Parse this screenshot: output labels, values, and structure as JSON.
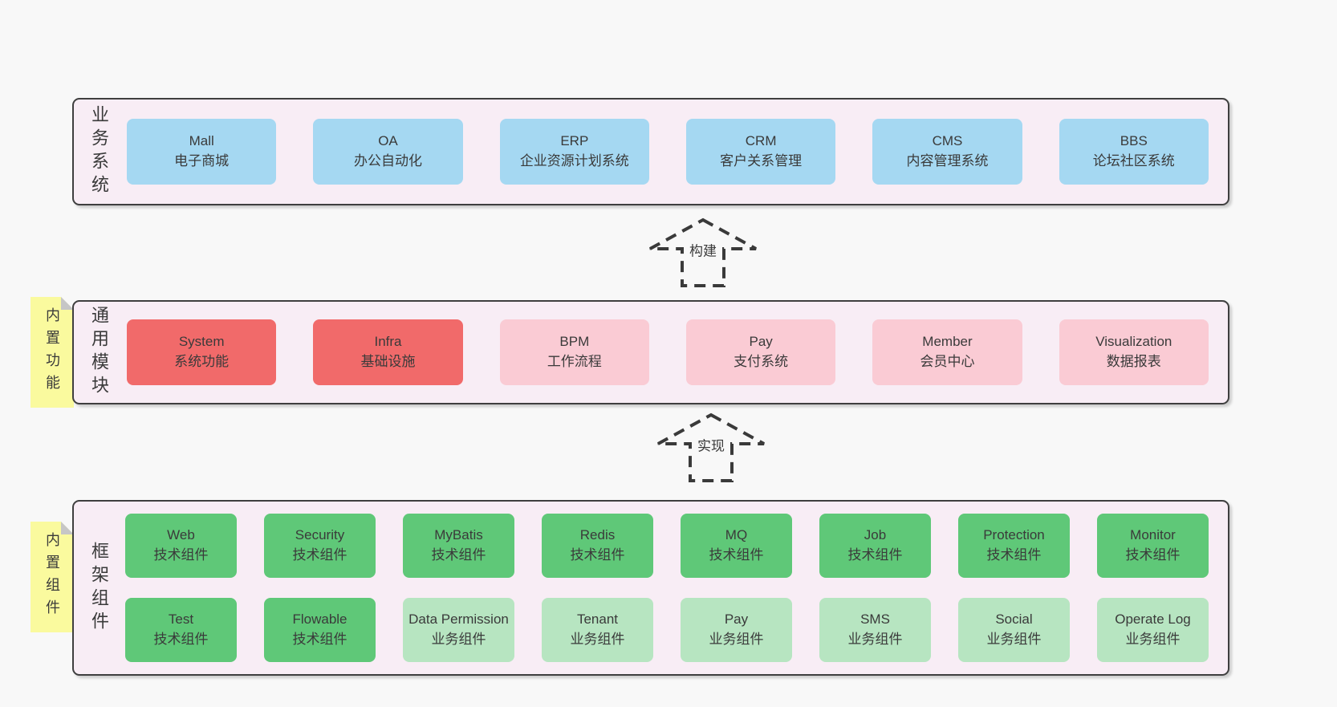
{
  "colors": {
    "page-bg": "#f8f8f8",
    "container-bg": "#f8edf5",
    "blue": "#a5d8f2",
    "red": "#f16a6a",
    "pink": "#facbd4",
    "green": "#5fc878",
    "lightgreen": "#b7e5c1",
    "sticky-yellow": "#fafa9e"
  },
  "layers": [
    {
      "id": "business",
      "label": "业务系统",
      "boxes": [
        {
          "en": "Mall",
          "zh": "电子商城",
          "variant": "blue"
        },
        {
          "en": "OA",
          "zh": "办公自动化",
          "variant": "blue"
        },
        {
          "en": "ERP",
          "zh": "企业资源计划系统",
          "variant": "blue"
        },
        {
          "en": "CRM",
          "zh": "客户关系管理",
          "variant": "blue"
        },
        {
          "en": "CMS",
          "zh": "内容管理系统",
          "variant": "blue"
        },
        {
          "en": "BBS",
          "zh": "论坛社区系统",
          "variant": "blue"
        }
      ]
    },
    {
      "id": "common",
      "label": "通用模块",
      "sticky": "内置功能",
      "boxes": [
        {
          "en": "System",
          "zh": "系统功能",
          "variant": "red"
        },
        {
          "en": "Infra",
          "zh": "基础设施",
          "variant": "red"
        },
        {
          "en": "BPM",
          "zh": "工作流程",
          "variant": "pink"
        },
        {
          "en": "Pay",
          "zh": "支付系统",
          "variant": "pink"
        },
        {
          "en": "Member",
          "zh": "会员中心",
          "variant": "pink"
        },
        {
          "en": "Visualization",
          "zh": "数据报表",
          "variant": "pink"
        }
      ]
    },
    {
      "id": "framework",
      "label": "框架组件",
      "sticky": "内置组件",
      "boxes": [
        {
          "en": "Web",
          "zh": "技术组件",
          "variant": "green"
        },
        {
          "en": "Security",
          "zh": "技术组件",
          "variant": "green"
        },
        {
          "en": "MyBatis",
          "zh": "技术组件",
          "variant": "green"
        },
        {
          "en": "Redis",
          "zh": "技术组件",
          "variant": "green"
        },
        {
          "en": "MQ",
          "zh": "技术组件",
          "variant": "green"
        },
        {
          "en": "Job",
          "zh": "技术组件",
          "variant": "green"
        },
        {
          "en": "Protection",
          "zh": "技术组件",
          "variant": "green"
        },
        {
          "en": "Monitor",
          "zh": "技术组件",
          "variant": "green"
        },
        {
          "en": "Test",
          "zh": "技术组件",
          "variant": "green"
        },
        {
          "en": "Flowable",
          "zh": "技术组件",
          "variant": "green"
        },
        {
          "en": "Data Permission",
          "zh": "业务组件",
          "variant": "lightgreen"
        },
        {
          "en": "Tenant",
          "zh": "业务组件",
          "variant": "lightgreen"
        },
        {
          "en": "Pay",
          "zh": "业务组件",
          "variant": "lightgreen"
        },
        {
          "en": "SMS",
          "zh": "业务组件",
          "variant": "lightgreen"
        },
        {
          "en": "Social",
          "zh": "业务组件",
          "variant": "lightgreen"
        },
        {
          "en": "Operate Log",
          "zh": "业务组件",
          "variant": "lightgreen"
        }
      ]
    }
  ],
  "arrows": [
    {
      "id": "build",
      "label": "构建"
    },
    {
      "id": "implement",
      "label": "实现"
    }
  ]
}
